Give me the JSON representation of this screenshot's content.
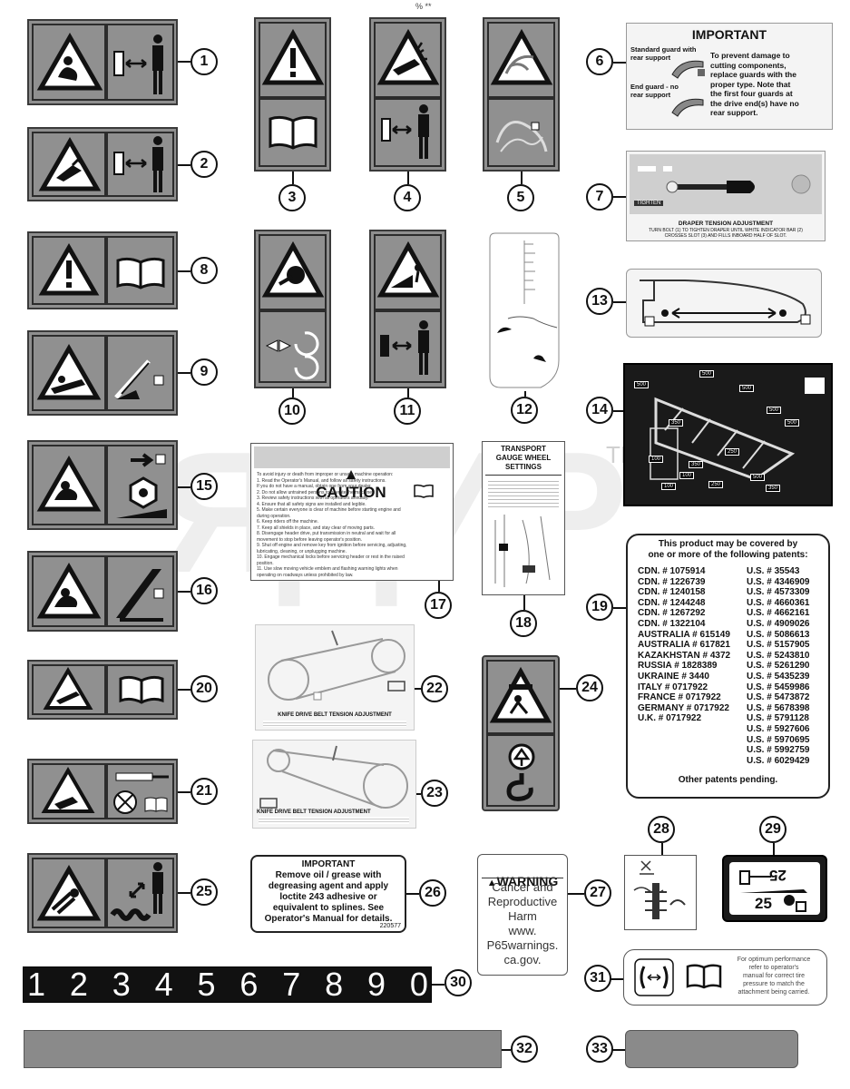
{
  "top_mark": "% **",
  "watermark": {
    "text": "ЯДИР",
    "tm": "TM"
  },
  "callouts": [
    "1",
    "2",
    "3",
    "4",
    "5",
    "6",
    "7",
    "8",
    "9",
    "10",
    "11",
    "12",
    "13",
    "14",
    "15",
    "16",
    "17",
    "18",
    "19",
    "20",
    "21",
    "22",
    "23",
    "24",
    "25",
    "26",
    "27",
    "28",
    "29",
    "30",
    "31",
    "32",
    "33"
  ],
  "decal_6": {
    "title": "IMPORTANT",
    "label_a": "Standard guard with\nrear support",
    "label_b": "End guard - no\nrear support",
    "body": "To prevent damage to\ncutting components,\nreplace guards with the\nproper type.  Note that\nthe first four guards at\nthe drive end(s) have no\nrear support."
  },
  "decal_7": {
    "tighten": "TIGHTEN",
    "title": "DRAPER TENSION ADJUSTMENT",
    "body": "TURN BOLT (1) TO TIGHTEN DRAPER UNTIL WHITE INDICATOR BAR (2)\nCROSSES SLOT (3) AND FILLS INBOARD HALF OF SLOT."
  },
  "decal_14": {
    "labels": [
      "500",
      "500",
      "500",
      "500",
      "500",
      "500",
      "350",
      "350",
      "350",
      "100",
      "100",
      "100",
      "250",
      "250"
    ]
  },
  "decal_17": {
    "header": "CAUTION",
    "lines": [
      "To avoid injury or death from improper or unsafe machine operation:",
      "1. Read the Operator's Manual, and follow all safety instructions.",
      "   If you do not have a manual, obtain one from your dealer.",
      "2. Do not allow untrained persons to operate the machine.",
      "3. Review safety instructions with all operators annually.",
      "4. Ensure that all safety signs are installed and legible.",
      "5. Make certain everyone is clear of machine before starting engine and",
      "   during operation.",
      "6. Keep riders off the machine.",
      "7. Keep all shields in place, and stay clear of moving parts.",
      "8. Disengage header drive, put transmission in neutral and wait for all",
      "   movement to stop before leaving operator's position.",
      "9. Shut off engine and remove key from ignition before servicing, adjusting,",
      "   lubricating, cleaning, or unplugging machine.",
      "10. Engage mechanical locks before servicing header or rest in the raised",
      "   position.",
      "11. Use slow moving vehicle emblem and flashing warning lights when",
      "   operating on roadways unless prohibited by law."
    ]
  },
  "decal_18": {
    "title": "TRANSPORT\nGAUGE WHEEL\nSETTINGS"
  },
  "decal_19": {
    "intro": "This product may be covered by\none or more of the following patents:",
    "left": [
      "CDN. # 1075914",
      "CDN. # 1226739",
      "CDN. # 1240158",
      "CDN. # 1244248",
      "CDN. # 1267292",
      "CDN. # 1322104",
      "AUSTRALIA # 615149",
      "AUSTRALIA # 617821",
      "KAZAKHSTAN # 4372",
      "RUSSIA # 1828389",
      "UKRAINE # 3440",
      "ITALY # 0717922",
      "FRANCE # 0717922",
      "GERMANY # 0717922",
      "U.K. # 0717922"
    ],
    "right": [
      "U.S. # 35543",
      "U.S. # 4346909",
      "U.S. # 4573309",
      "U.S. # 4660361",
      "U.S. # 4662161",
      "U.S. # 4909026",
      "U.S. # 5086613",
      "U.S. # 5157905",
      "U.S. # 5243810",
      "U.S. # 5261290",
      "U.S. # 5435239",
      "U.S. # 5459986",
      "U.S. # 5473872",
      "U.S. # 5678398",
      "U.S. # 5791128",
      "U.S. # 5927606",
      "U.S. # 5970695",
      "U.S. # 5992759",
      "U.S. # 6029429"
    ],
    "footer": "Other patents pending."
  },
  "decal_22": {
    "title": "KNIFE DRIVE BELT TENSION ADJUSTMENT"
  },
  "decal_23": {
    "title": "KNIFE DRIVE BELT TENSION ADJUSTMENT"
  },
  "decal_26": {
    "title": "IMPORTANT",
    "body": "Remove oil / grease with\ndegreasing agent and apply\nloctite 243 adhesive or\nequivalent to splines. See\nOperator's Manual for details.",
    "part": "220577"
  },
  "decal_27": {
    "header": "WARNING",
    "body": "Cancer and\nReproductive\nHarm\nwww.\nP65warnings.\nca.gov."
  },
  "decal_29": {
    "top": "25",
    "bottom": "25"
  },
  "decal_30": {
    "digits": [
      "1",
      "2",
      "3",
      "4",
      "5",
      "6",
      "7",
      "8",
      "9",
      "0"
    ]
  },
  "decal_31": {
    "body": "For optimum performance\nrefer to operator's\nmanual for correct tire\npressure to match the\nattachment being carried."
  }
}
